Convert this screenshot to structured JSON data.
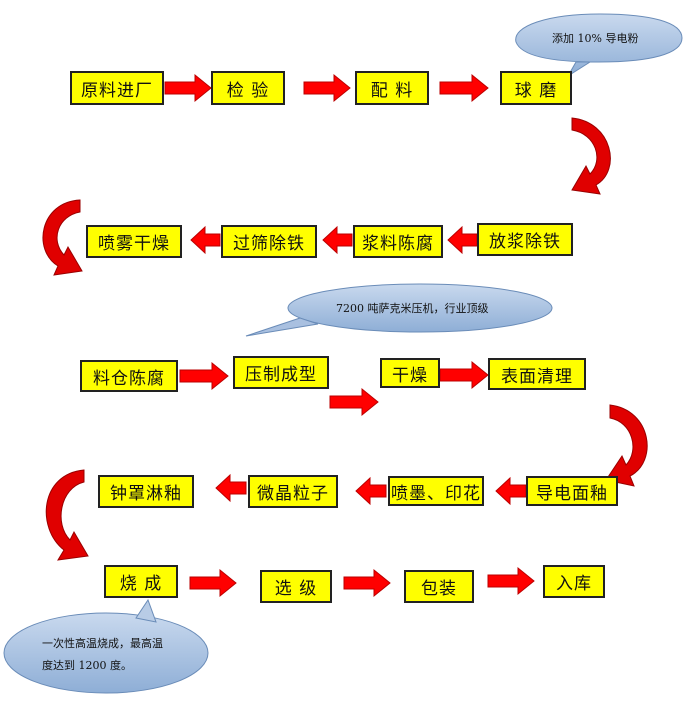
{
  "colors": {
    "box_fill": "#ffff00",
    "arrow": "#ff0000",
    "bubble": "#9bb7da"
  },
  "steps": [
    {
      "label": "原料进厂"
    },
    {
      "label": "检  验"
    },
    {
      "label": "配  料"
    },
    {
      "label": "球  磨"
    },
    {
      "label": "放浆除铁"
    },
    {
      "label": "浆料陈腐"
    },
    {
      "label": "过筛除铁"
    },
    {
      "label": "喷雾干燥"
    },
    {
      "label": "料仓陈腐"
    },
    {
      "label": "压制成型"
    },
    {
      "label": "干燥"
    },
    {
      "label": "表面清理"
    },
    {
      "label": "导电面釉"
    },
    {
      "label": "喷墨、印花"
    },
    {
      "label": "微晶粒子"
    },
    {
      "label": "钟罩淋釉"
    },
    {
      "label": "烧  成"
    },
    {
      "label": "选  级"
    },
    {
      "label": "包装"
    },
    {
      "label": "入库"
    }
  ],
  "notes": {
    "powder": "添加 10% 导电粉",
    "press": "7200 吨萨克米压机，行业顶级",
    "firing_line1": "一次性高温烧成，最高温",
    "firing_line2": "度达到 1200 度。"
  }
}
